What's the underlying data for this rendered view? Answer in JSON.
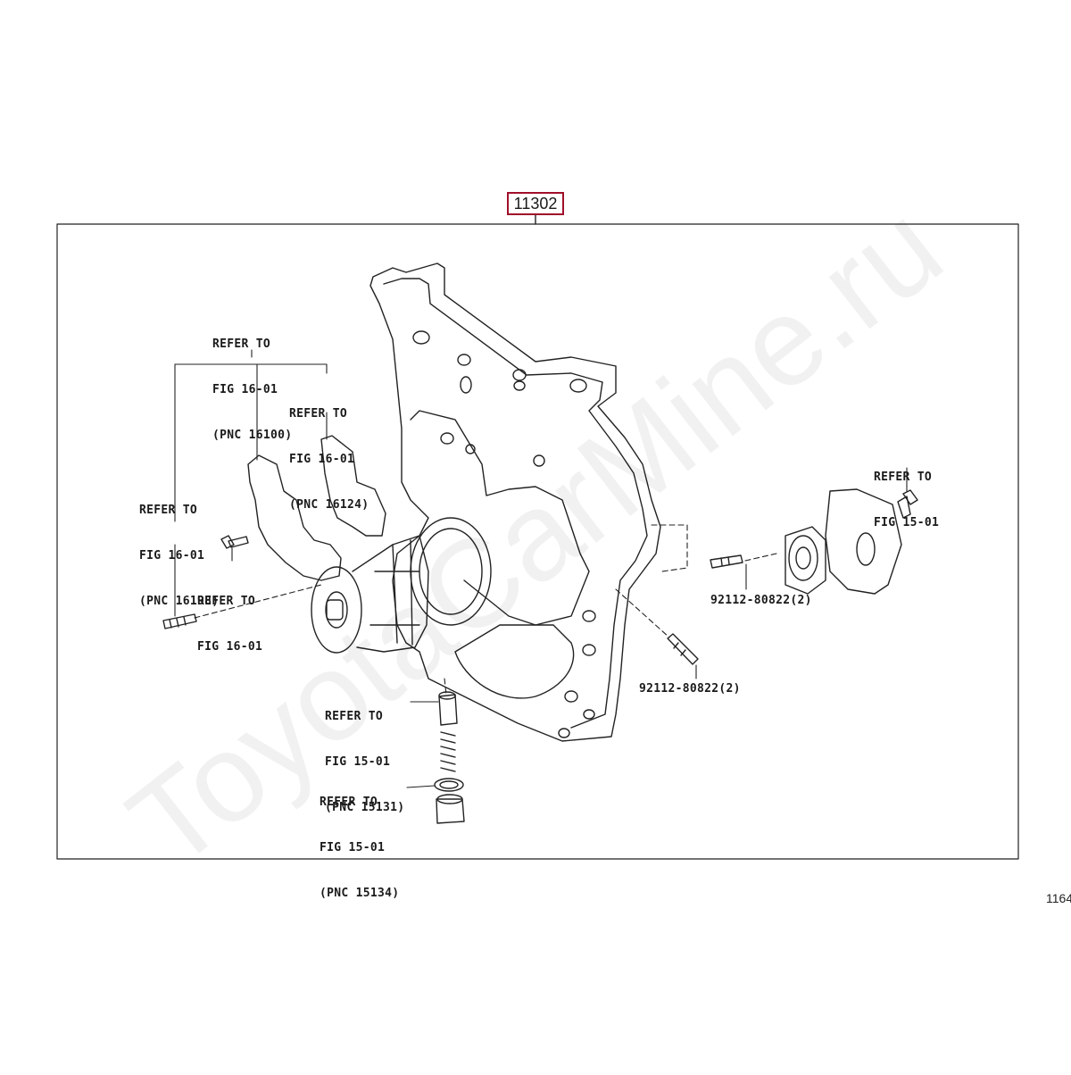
{
  "diagram": {
    "main_part_number": "11302",
    "figure_number": "1164",
    "watermark": "ToyotaCarMine.ru",
    "callouts": {
      "water_pump_gasket": [
        "REFER TO",
        "FIG 16-01",
        "(PNC 16100)"
      ],
      "inner_gasket": [
        "REFER TO",
        "FIG 16-01",
        "(PNC 16124)"
      ],
      "left_stud": [
        "REFER TO",
        "FIG 16-01",
        "(PNC 16198)"
      ],
      "pump_bolt": [
        "REFER TO",
        "FIG 16-01"
      ],
      "oil_pump_bolt": [
        "REFER TO",
        "FIG 15-01"
      ],
      "relief_valve": [
        "REFER TO",
        "FIG 15-01",
        "(PNC 15131)"
      ],
      "relief_plug": [
        "REFER TO",
        "FIG 15-01",
        "(PNC 15134)"
      ],
      "stud_upper": "92112-80822(2)",
      "stud_lower": "92112-80822(2)"
    }
  }
}
